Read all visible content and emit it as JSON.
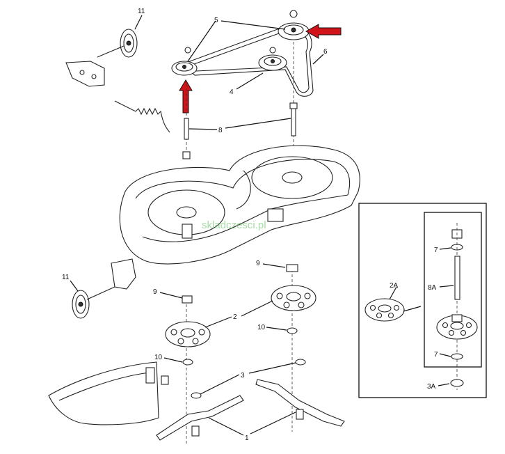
{
  "labels": {
    "blades": "1",
    "spindle": "2",
    "spindle_inset": "2A",
    "bolt": "3",
    "bolt_inset": "3A",
    "idler": "4",
    "pulleys": "5",
    "belt": "6",
    "bearing_inset_top": "7",
    "bearing_inset_bottom": "7",
    "shaft": "8",
    "shaft_inset": "8A",
    "spacer_upper": "9",
    "spacer_lower": "9",
    "washer_upper": "10",
    "washer_lower": "10",
    "wheel_top": "11",
    "wheel_bottom": "11"
  },
  "watermark": "skladczesci.pl",
  "colors": {
    "arrow": "#d0141a",
    "line": "#222222",
    "watermark": "#5fbf5f"
  }
}
